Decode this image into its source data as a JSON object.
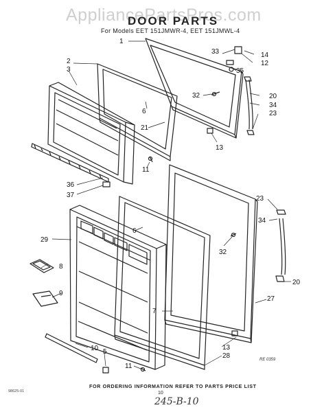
{
  "watermark": "AppliancePartsPros.com",
  "title": "DOOR PARTS",
  "subtitle": "For Models EET 151JMWR-4, EET 151JMWL-4",
  "footer": "FOR ORDERING INFORMATION REFER TO PARTS PRICE LIST",
  "page_number": "10",
  "doc_code": "98625-01",
  "ref_code": "RE 0359",
  "handwritten_note": "245-B-10",
  "callouts": [
    "1",
    "2",
    "3",
    "33",
    "14",
    "12",
    "35",
    "32",
    "20",
    "34",
    "23",
    "6",
    "21",
    "13",
    "11",
    "36",
    "37",
    "23",
    "34",
    "29",
    "6",
    "32",
    "8",
    "9",
    "20",
    "7",
    "27",
    "10",
    "5",
    "13",
    "28",
    "11"
  ]
}
